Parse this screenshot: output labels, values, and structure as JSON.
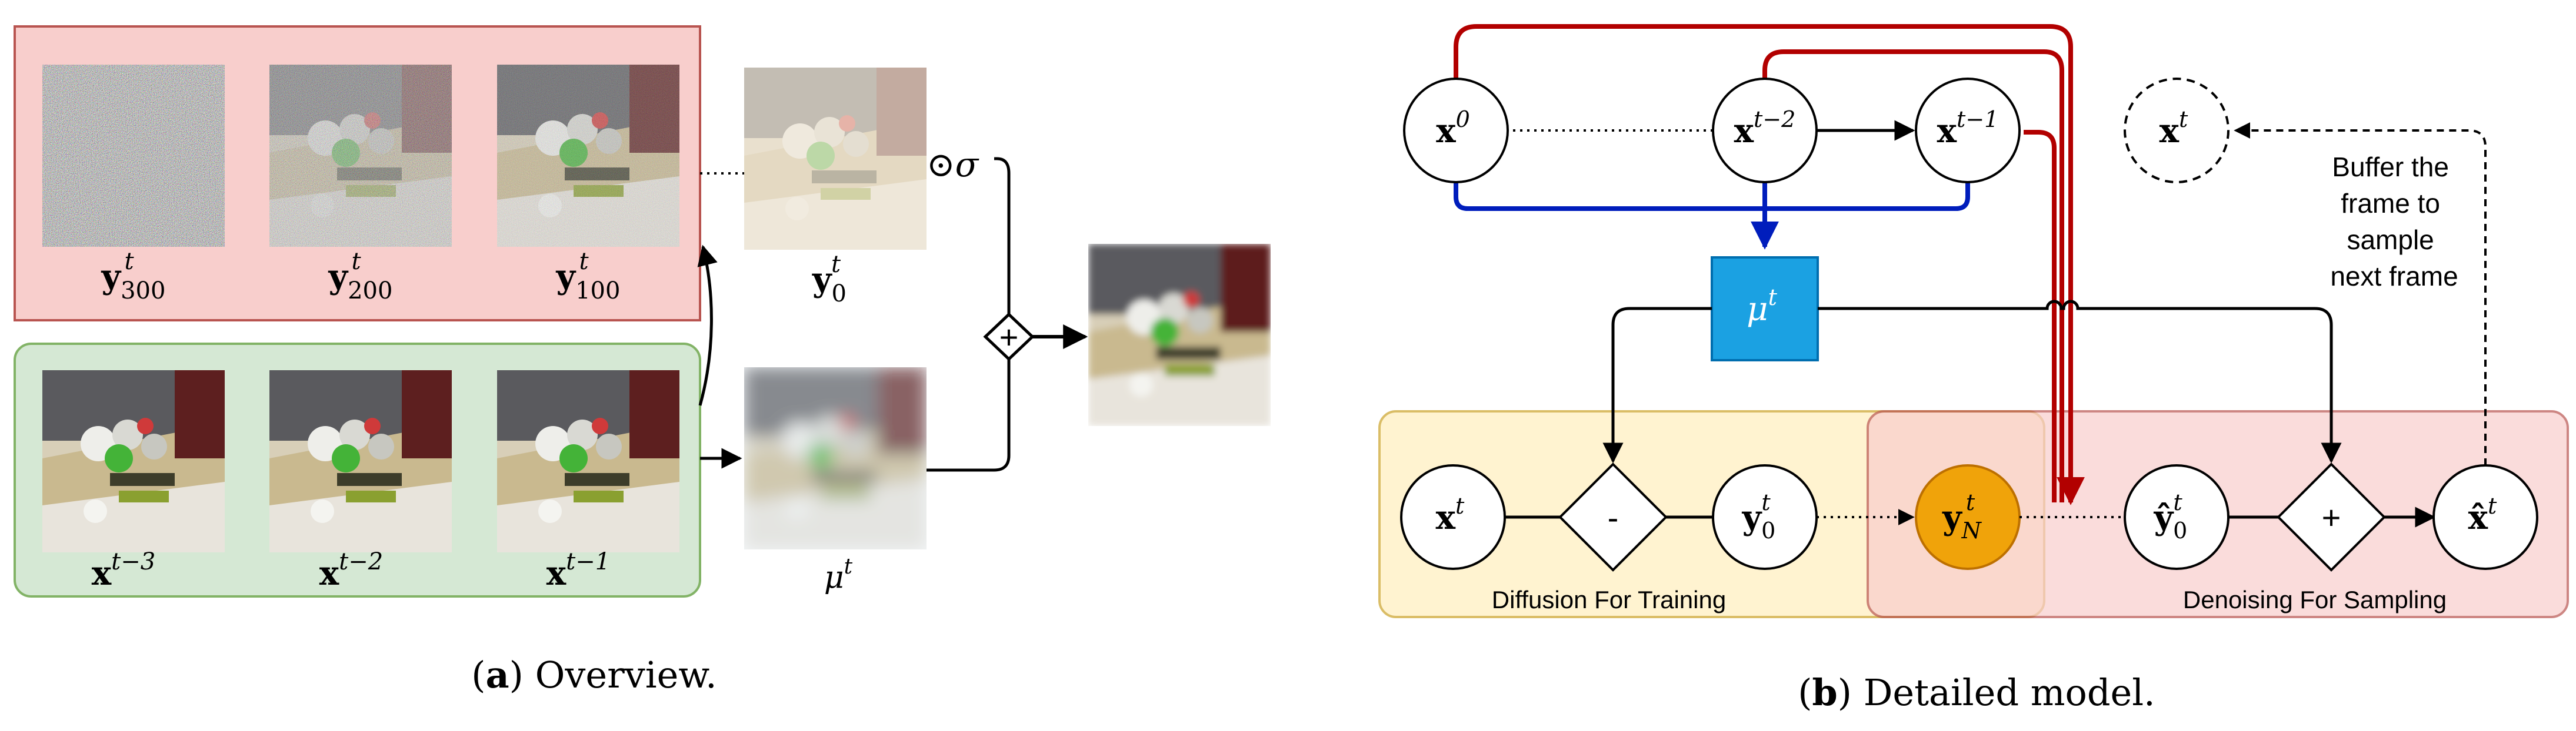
{
  "overview": {
    "noisy_frames": [
      {
        "base": "y",
        "sup": "t",
        "sub": "300"
      },
      {
        "base": "y",
        "sup": "t",
        "sub": "200"
      },
      {
        "base": "y",
        "sup": "t",
        "sub": "100"
      }
    ],
    "clean_frame": {
      "base": "y",
      "sup": "t",
      "sub": "0"
    },
    "history_frames": [
      {
        "base": "x",
        "sup": "t−3"
      },
      {
        "base": "x",
        "sup": "t−2"
      },
      {
        "base": "x",
        "sup": "t−1"
      }
    ],
    "mean_frame": {
      "base": "μ",
      "sup": "t"
    },
    "scale_op": "⊙σ",
    "add_op": "+",
    "caption_letter": "a",
    "caption_text": " Overview."
  },
  "detailed": {
    "top_nodes": [
      {
        "base": "x",
        "sup": "0"
      },
      {
        "base": "x",
        "sup": "t−2"
      },
      {
        "base": "x",
        "sup": "t−1"
      },
      {
        "base": "x",
        "sup": "t"
      }
    ],
    "mu_box": {
      "base": "μ",
      "sup": "t"
    },
    "buffer_note": [
      "Buffer the",
      "frame to",
      "sample",
      "next frame"
    ],
    "bottom_nodes": {
      "x_t": {
        "base": "x",
        "sup": "t"
      },
      "minus_op": "-",
      "y0": {
        "base": "y",
        "sup": "t",
        "sub": "0"
      },
      "yN": {
        "base": "y",
        "sup": "t",
        "sub": "N"
      },
      "y0_hat": {
        "base": "ŷ",
        "sup": "t",
        "sub": "0"
      },
      "plus_op": "+",
      "x_hat": {
        "base": "x̂",
        "sup": "t"
      }
    },
    "training_label": "Diffusion For Training",
    "sampling_label": "Denoising For Sampling",
    "caption_letter": "b",
    "caption_text": " Detailed model."
  },
  "colors": {
    "noisy_panel_fill": "#f8cecc",
    "noisy_panel_stroke": "#b85450",
    "history_panel_fill": "#d5e8d4",
    "history_panel_stroke": "#82b366",
    "training_fill": "#fff2cc",
    "training_stroke": "#d6b656",
    "sampling_fill": "#f8cecc",
    "sampling_stroke": "#b85450",
    "mu_fill": "#1ba1e2",
    "yN_fill": "#f0a30a",
    "red_arrow": "#b20000",
    "blue_arrow": "#001dbc"
  }
}
